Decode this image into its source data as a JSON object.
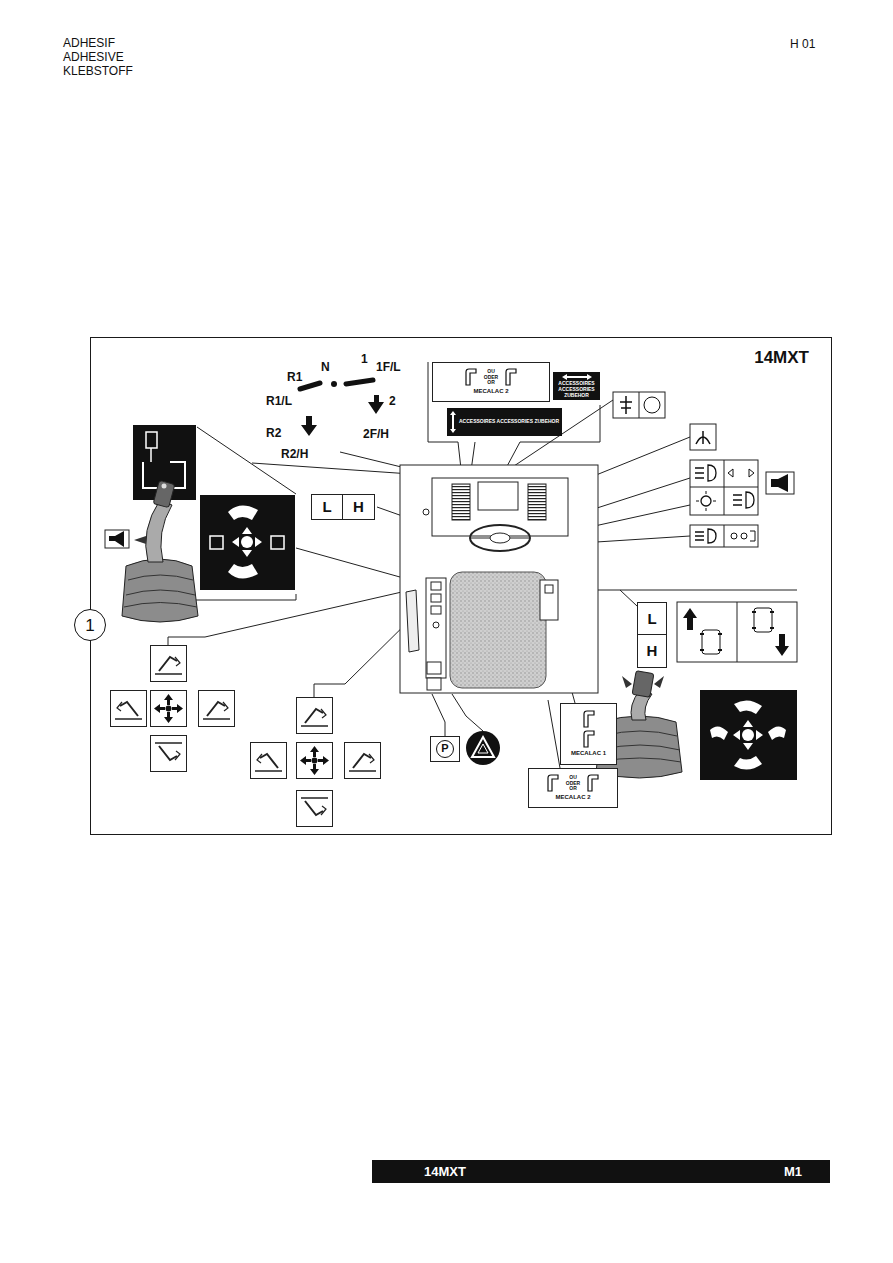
{
  "diagram": {
    "nodes": [
      {
        "text": [
          "14MXT"
        ]
      },
      {
        "text": [
          "OU ODER OR",
          "MECALAC 2"
        ],
        "in": 0
      },
      {
        "text": [
          "ACCESSOIRES ACCESSORIES ZUBEHOR"
        ],
        "in": 0
      },
      {
        "text": [
          "ACCESSOIRES ACCESSORIES ZUBEHOR"
        ],
        "in": 0
      },
      {
        "text": [
          "L",
          "H"
        ],
        "in": 0
      },
      {
        "text": [
          "L",
          "H"
        ],
        "in": 0
      },
      {
        "text": [
          "P"
        ],
        "in": 0
      },
      {
        "text": [
          "MECALAC 1"
        ],
        "in": 0
      },
      {
        "text": [
          "OU ODER OR",
          "MECALAC 2"
        ],
        "in": 0
      },
      {
        "text": [
          "1"
        ]
      },
      {
        "text": [
          "14MXT",
          "M1"
        ]
      }
    ],
    "labels": [
      "ADHESIF",
      "ADHESIVE",
      "KLEBSTOFF",
      "H 01",
      "N",
      "1",
      "1F/L",
      "R1",
      "R1/L",
      "2",
      "R2",
      "2F/H",
      "R2/H"
    ]
  }
}
